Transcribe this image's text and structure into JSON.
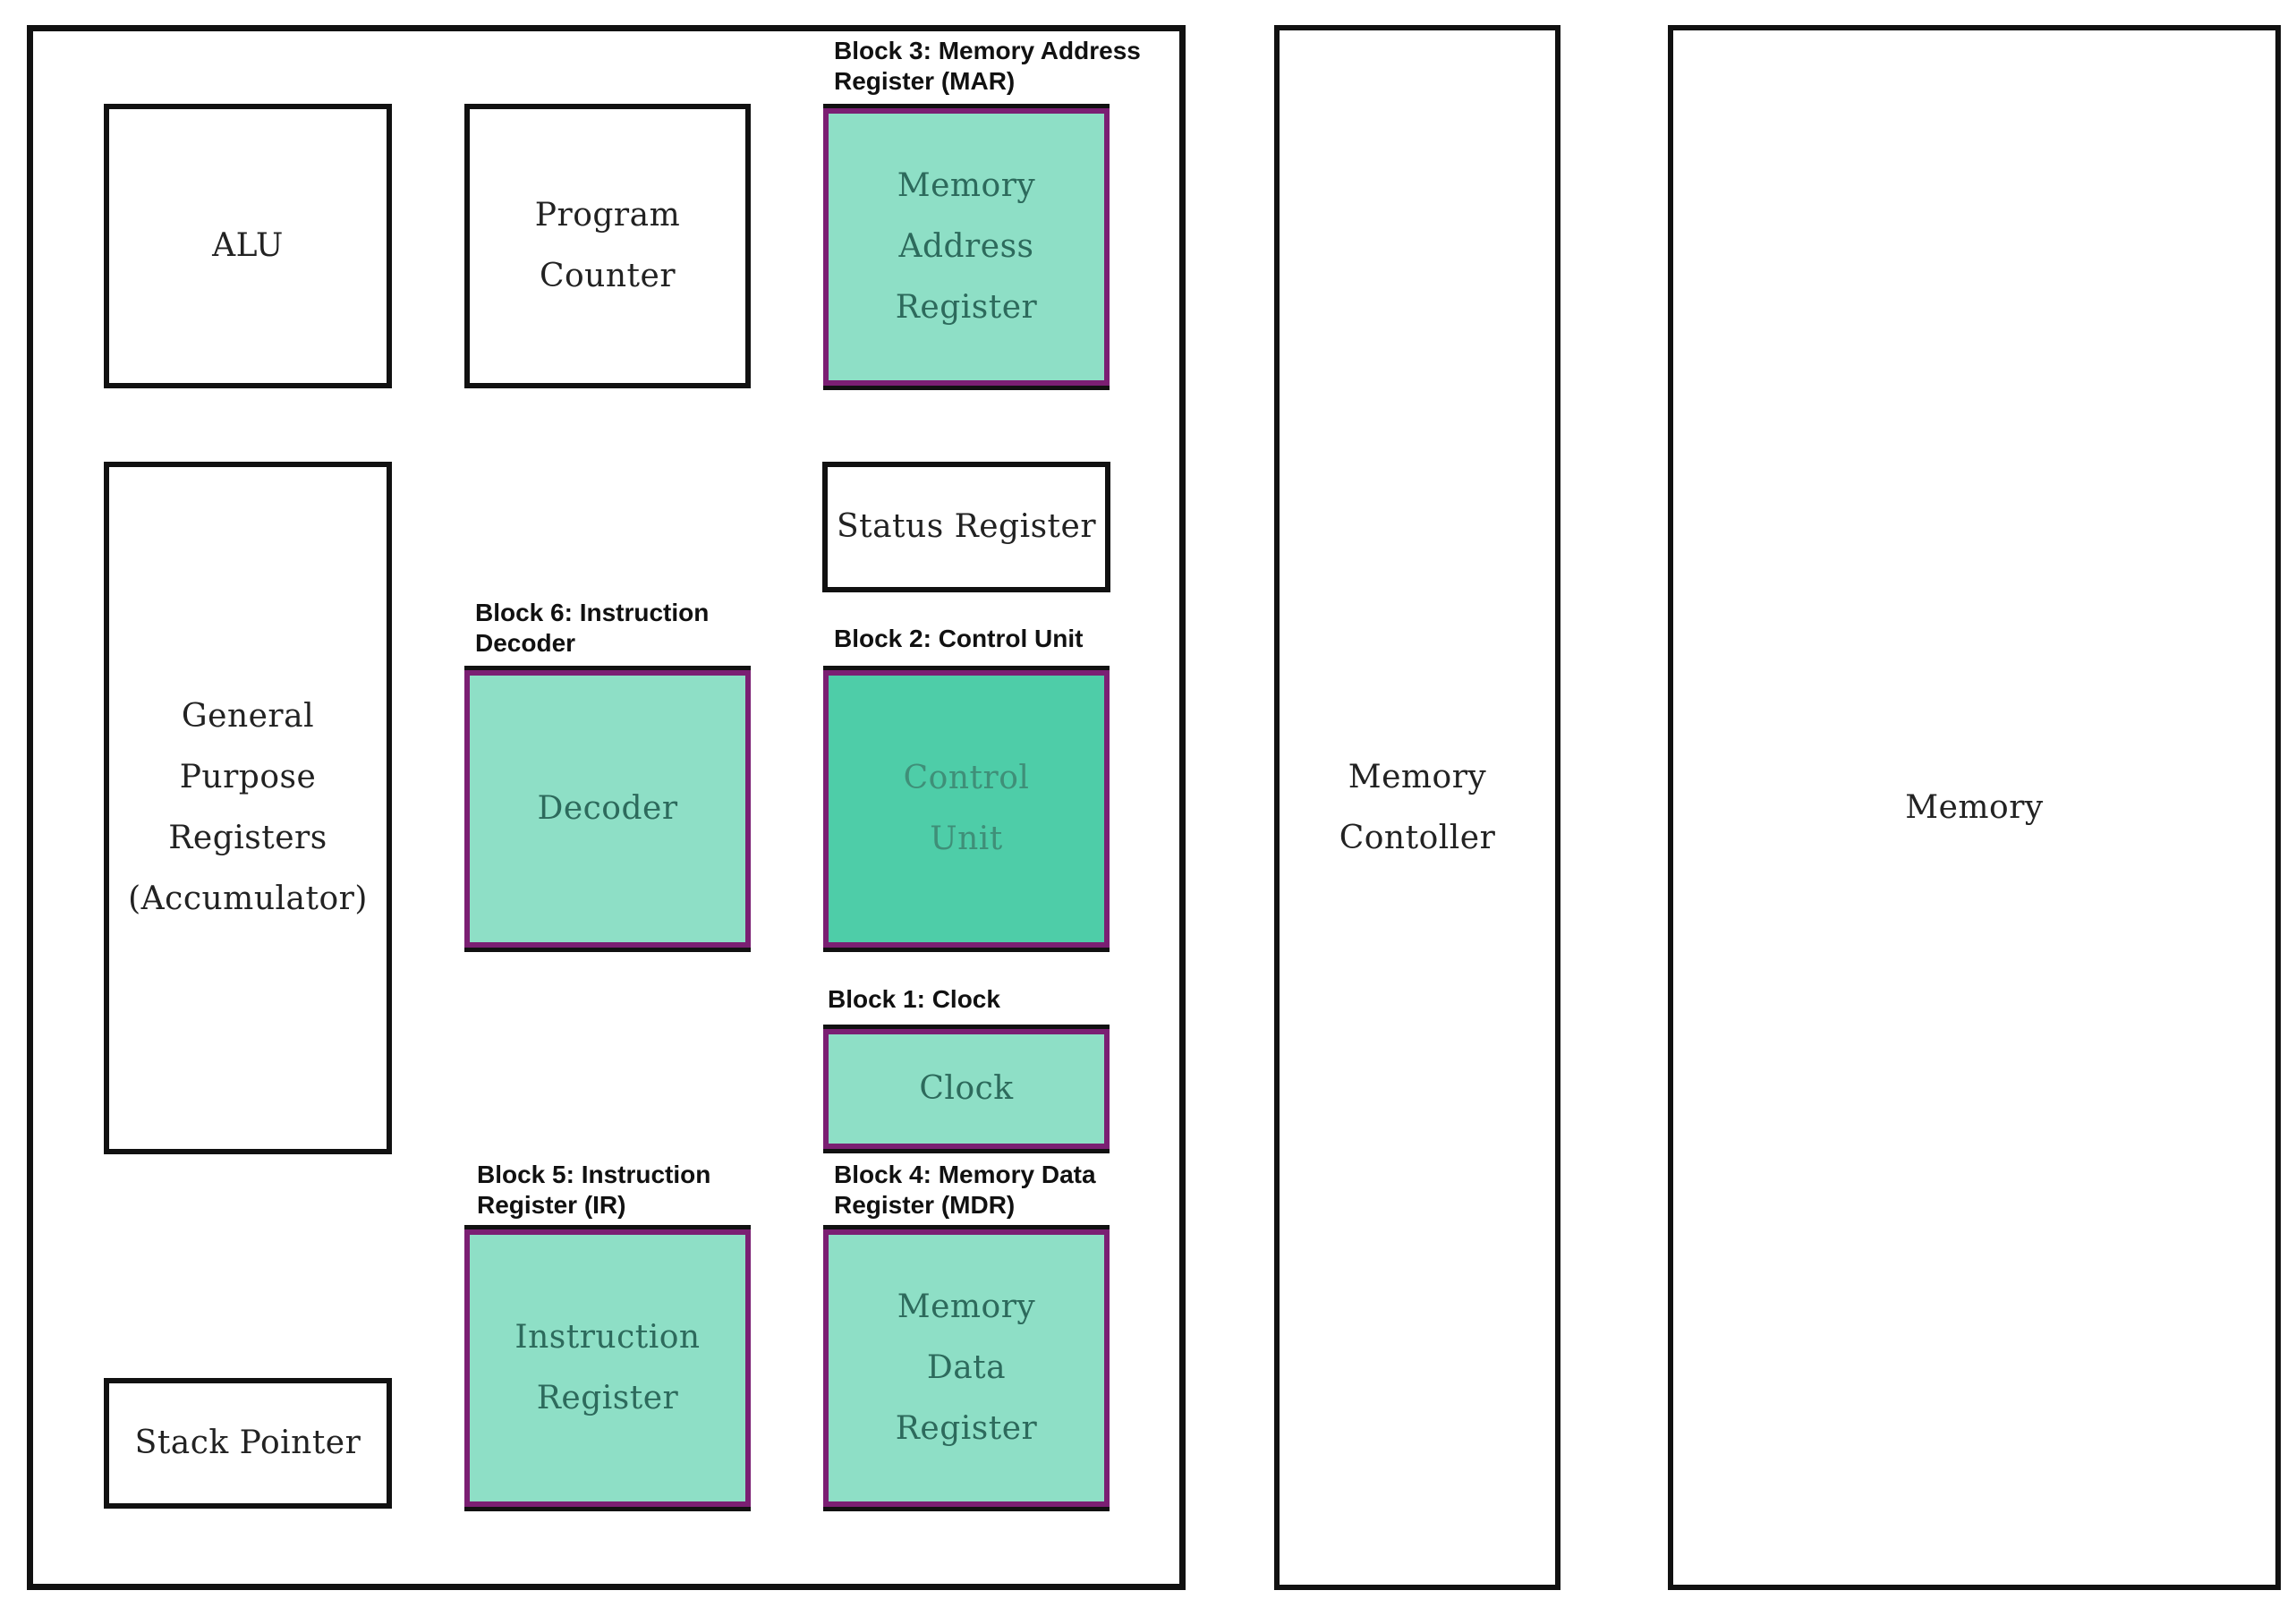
{
  "cpu_blocks": {
    "alu": "ALU",
    "program_counter": [
      "Program",
      "Counter"
    ],
    "mar": [
      "Memory",
      "Address",
      "Register"
    ],
    "status_register": "Status Register",
    "gpr": [
      "General",
      "Purpose",
      "Registers",
      "(Accumulator)"
    ],
    "decoder": "Decoder",
    "control_unit": [
      "Control",
      "Unit"
    ],
    "clock": "Clock",
    "stack_pointer": "Stack Pointer",
    "instruction_register": [
      "Instruction",
      "Register"
    ],
    "mdr": [
      "Memory",
      "Data",
      "Register"
    ]
  },
  "captions": {
    "block3": "Block 3: Memory Address\nRegister (MAR)",
    "block6": "Block 6: Instruction\nDecoder",
    "block2": "Block 2: Control Unit",
    "block1": "Block 1: Clock",
    "block5": "Block 5: Instruction\nRegister (IR)",
    "block4": "Block 4: Memory Data\nRegister (MDR)"
  },
  "memory_controller": [
    "Memory",
    "Contoller"
  ],
  "memory": "Memory",
  "colors": {
    "highlight_fill": "#8edfc6",
    "control_unit_fill": "#4ecda8",
    "highlight_border": "#7b1f73",
    "outline": "#111111"
  }
}
